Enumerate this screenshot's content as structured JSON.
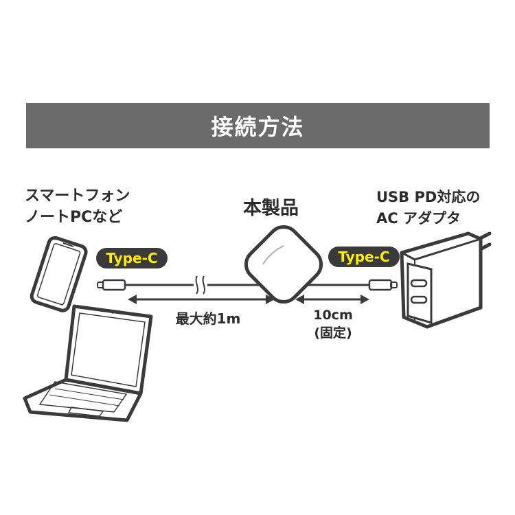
{
  "banner": {
    "title": "接続方法"
  },
  "devices": {
    "line1": "スマートフォン",
    "line2": "ノートPCなど"
  },
  "product": {
    "label": "本製品"
  },
  "adapter": {
    "line1": "USB PD対応の",
    "line2": "AC アダプタ"
  },
  "connectors": {
    "left": "Type-C",
    "right": "Type-C"
  },
  "dimensions": {
    "long": "最大約1m",
    "short_value": "10cm",
    "short_note": "(固定)"
  },
  "colors": {
    "banner": "#6b6b6b",
    "pill_bg": "#3a3a3a",
    "pill_text": "#ffee00",
    "ink": "#3a3a3a"
  }
}
